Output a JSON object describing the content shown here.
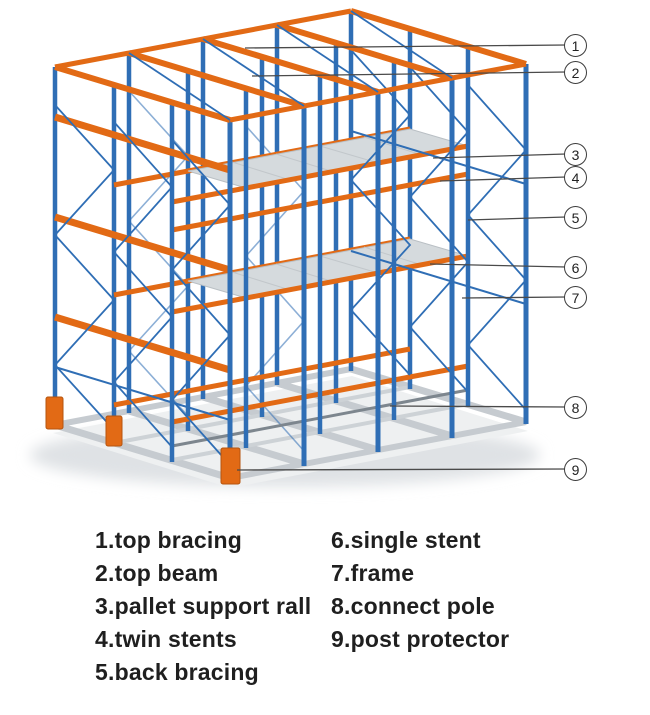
{
  "callouts": [
    {
      "num": "1",
      "label": "top bracing"
    },
    {
      "num": "2",
      "label": "top beam"
    },
    {
      "num": "3",
      "label": "pallet support rall"
    },
    {
      "num": "4",
      "label": "twin stents"
    },
    {
      "num": "5",
      "label": "back bracing"
    },
    {
      "num": "6",
      "label": "single stent"
    },
    {
      "num": "7",
      "label": "frame"
    },
    {
      "num": "8",
      "label": "connect pole"
    },
    {
      "num": "9",
      "label": "post protector"
    }
  ],
  "legend": {
    "left": [
      "1.top bracing",
      "2.top beam",
      "3.pallet support rall",
      "4.twin stents",
      "5.back bracing"
    ],
    "right": [
      "6.single stent",
      "7.frame",
      "8.connect pole",
      "9.post protector"
    ]
  },
  "colors": {
    "beam_orange": "#e26a15",
    "post_blue": "#2f6eb5",
    "steel_gray": "#c6cbd0",
    "deck_gray": "#d5dadd",
    "leader_line": "#4a4a4a",
    "text": "#1f1f1f"
  }
}
